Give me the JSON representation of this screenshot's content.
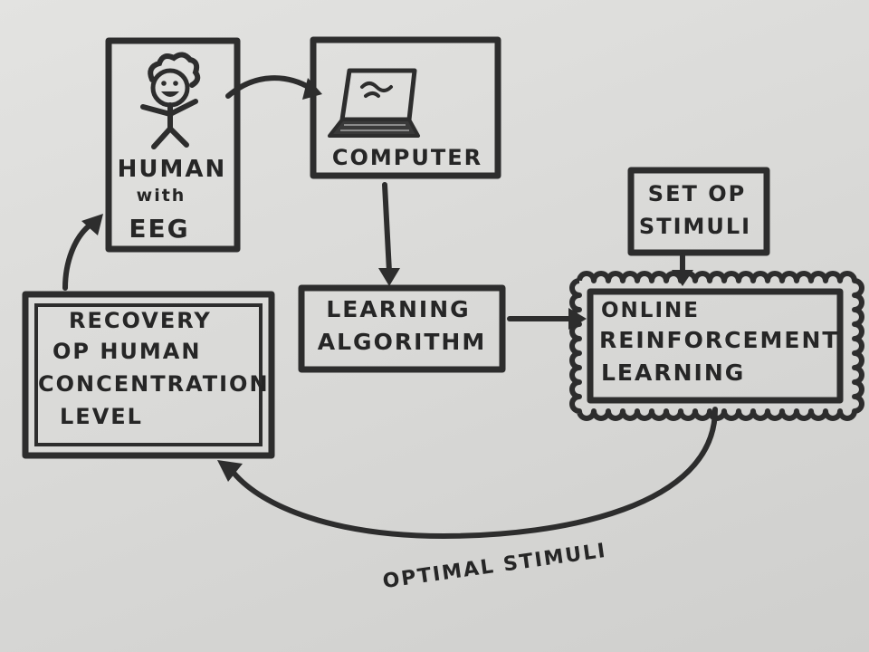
{
  "nodes": {
    "human": [
      "HUMAN",
      "with",
      "EEG"
    ],
    "computer": [
      "COMPUTER"
    ],
    "learning_algorithm": [
      "LEARNING",
      "ALGORITHM"
    ],
    "stimuli_set": [
      "SET OP",
      "STIMULI"
    ],
    "online_rl": [
      "ONLINE",
      "REINFORCEMENT",
      "LEARNING"
    ],
    "recovery": [
      "RECOVERY",
      "OP HUMAN",
      "CONCENTRATION",
      "LEVEL"
    ]
  },
  "edges": {
    "optimal_stimuli_label": "OPTIMAL STIMULI"
  },
  "colors": {
    "ink": "#2d2d2d",
    "paper": "#dcdcda"
  },
  "icons": [
    "stick-figure-icon",
    "laptop-icon"
  ]
}
